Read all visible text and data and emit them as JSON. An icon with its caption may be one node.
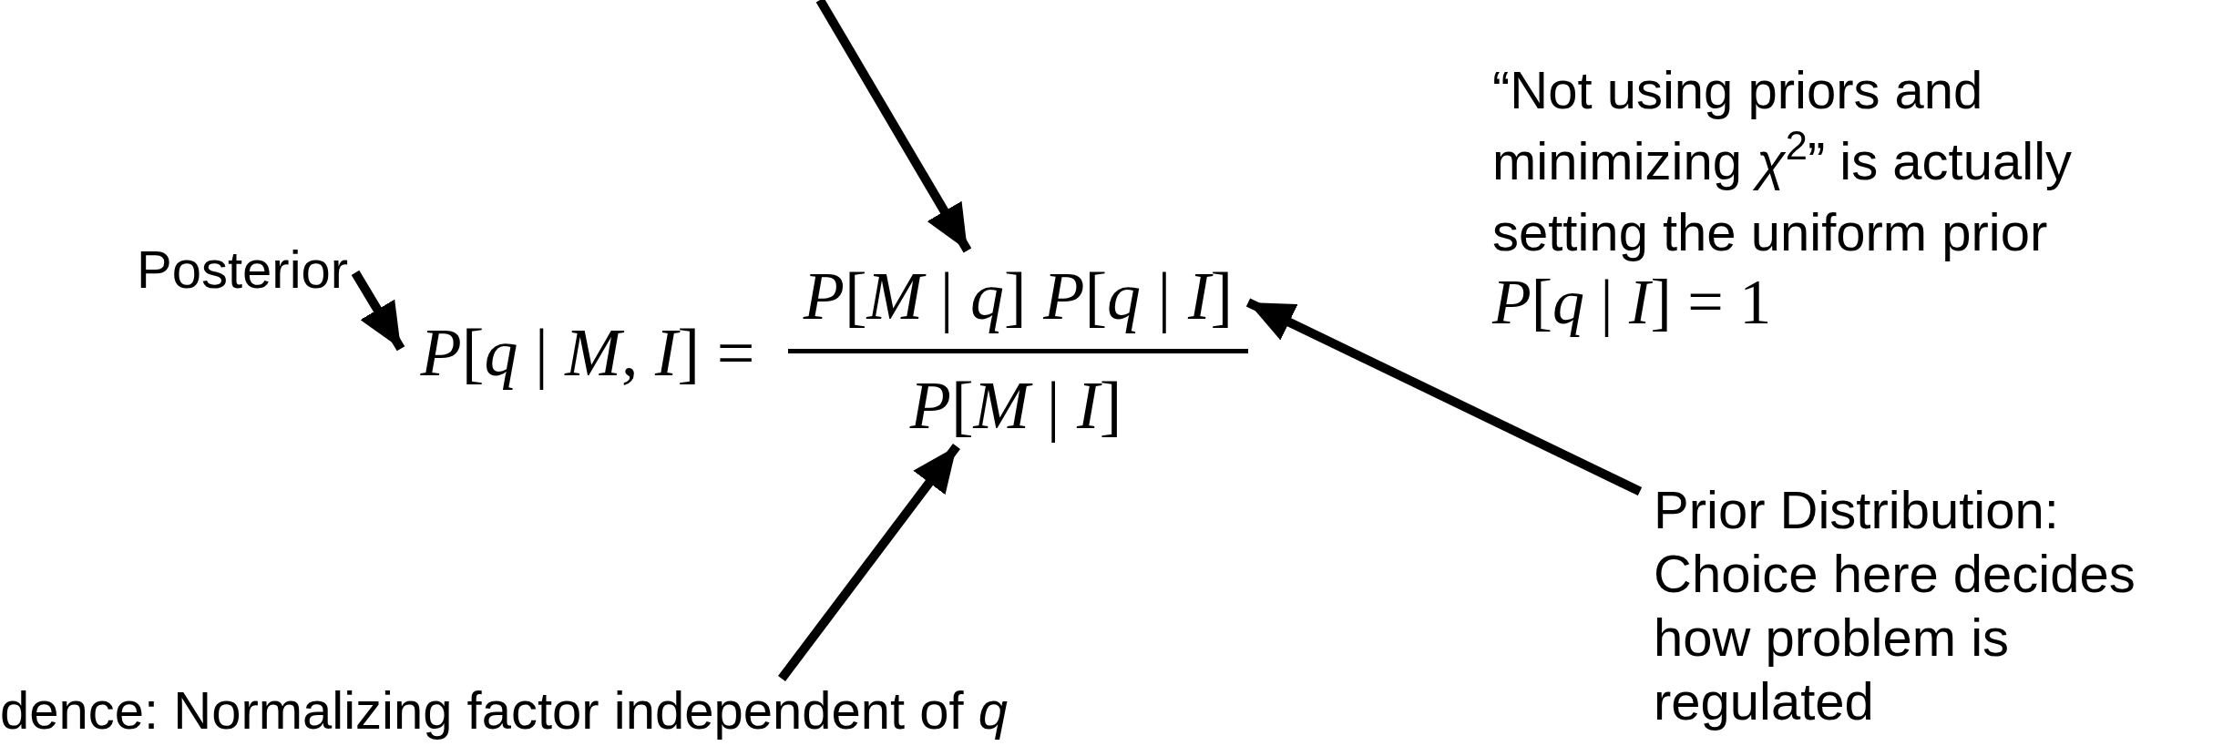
{
  "diagram": {
    "nodes": [
      {
        "text": [
          "Posterior"
        ]
      },
      {
        "text": [
          "*P*[*q* | *M*, *I*] ="
        ]
      },
      {
        "text": [
          "*P*[*M* | *q*] *P*[*q* | *I*]"
        ]
      },
      {
        "text": [
          "*P*[*M* | *I*]"
        ]
      },
      {
        "text": [
          "Prior Distribution:",
          "Choice here decides how problem is regulated"
        ]
      },
      {
        "text": [
          "dence: Normalizing factor independent of *q*"
        ]
      }
    ],
    "edges": [
      {
        "from": 0,
        "to": 1,
        "arrow": "to"
      },
      {
        "from": null,
        "to": 2,
        "arrow": "to"
      },
      {
        "from": 5,
        "to": 3,
        "arrow": "to"
      },
      {
        "from": 4,
        "to": 2,
        "arrow": "to"
      }
    ],
    "labels": [
      "“Not using priors and minimizing *χ*$^{2}$” is actually setting the uniform prior",
      "*P*[*q* | *I*] = 1"
    ]
  }
}
